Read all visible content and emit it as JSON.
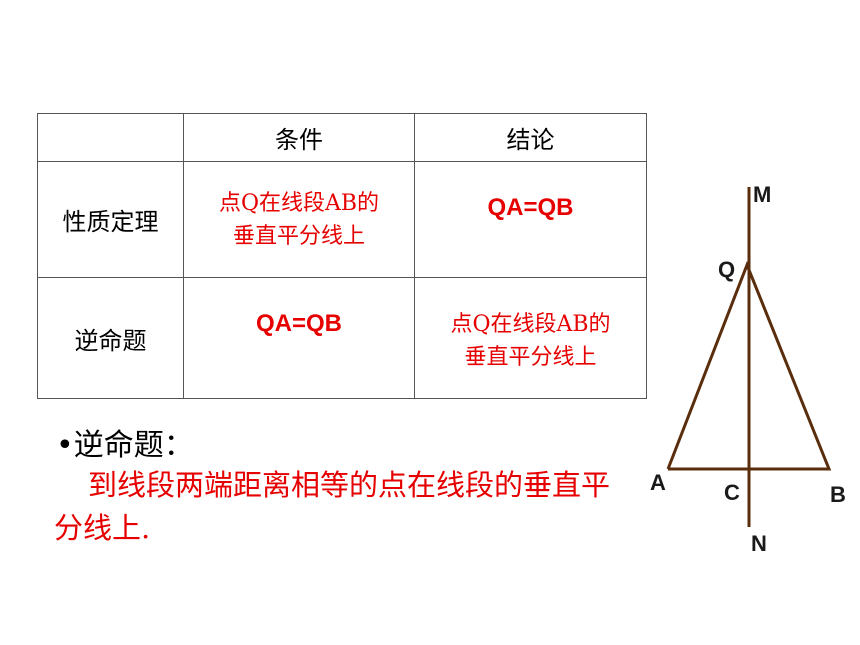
{
  "table": {
    "header": [
      "",
      "条件",
      "结论"
    ],
    "rows": [
      {
        "label": "性质定理",
        "condition": [
          "点Q在线段AB的",
          "垂直平分线上"
        ],
        "conclusion": "QA=QB"
      },
      {
        "label": "逆命题",
        "condition": "QA=QB",
        "conclusion": [
          "点Q在线段AB的",
          "垂直平分线上"
        ]
      }
    ]
  },
  "converse": {
    "bullet": "•",
    "title": "逆命题：",
    "text": "到线段两端距离相等的点在线段的垂直平分线上."
  },
  "figure": {
    "labels": {
      "M": "M",
      "Q": "Q",
      "A": "A",
      "C": "C",
      "B": "B",
      "N": "N"
    },
    "line_color": "#5a2d0c"
  }
}
